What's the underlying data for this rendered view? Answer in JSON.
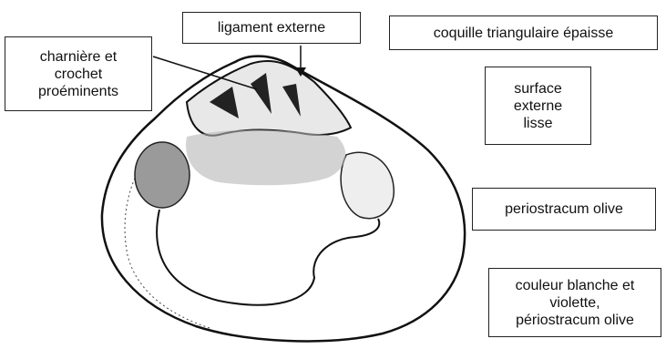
{
  "labels": {
    "ligament": "ligament externe",
    "charniere": "charnière et\ncrochet\nproéminents",
    "coquille": "coquille triangulaire épaisse",
    "surface": "surface\nexterne\nlisse",
    "periostracum": "periostracum olive",
    "couleur": "couleur blanche et\nviolette,\npériostracum olive"
  },
  "colors": {
    "ink": "#111111",
    "stipple": "#333333"
  }
}
